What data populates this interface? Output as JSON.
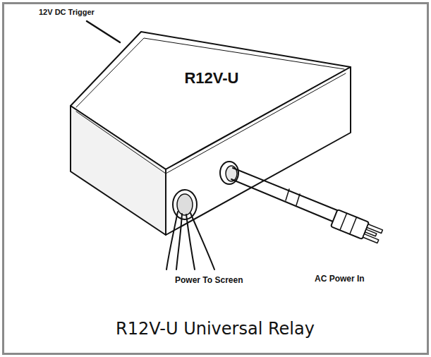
{
  "diagram": {
    "caption": "R12V-U Universal Relay",
    "labels": [
      "12V DC Trigger",
      "R12V-U",
      "Power To Screen",
      "AC Power In"
    ]
  }
}
